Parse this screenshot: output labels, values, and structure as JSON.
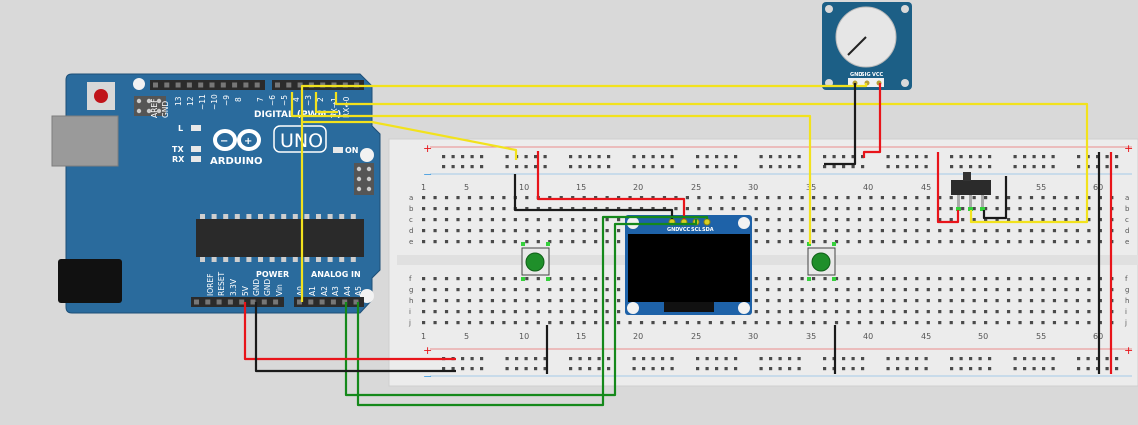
{
  "arduino": {
    "logo_text": "ARDUINO",
    "model_label": "UNO",
    "digital_label": "DIGITAL (PWM ~)",
    "on_label": "ON",
    "tx_label": "TX",
    "rx_label": "RX",
    "l_label": "L",
    "analog_label": "ANALOG IN",
    "power_label": "POWER",
    "digital_pins": [
      "AREF",
      "GND",
      "13",
      "12",
      "~11",
      "~10",
      "~9",
      "8",
      "7",
      "~6",
      "~5",
      "4",
      "~3",
      "2",
      "TX→1",
      "RX←0"
    ],
    "power_pins": [
      "IOREF",
      "RESET",
      "3.3V",
      "5V",
      "GND",
      "GND",
      "Vin"
    ],
    "analog_pins": [
      "A0",
      "A1",
      "A2",
      "A3",
      "A4",
      "A5"
    ]
  },
  "potentiometer": {
    "pin_labels": [
      "GND",
      "SIG",
      "VCC"
    ]
  },
  "oled": {
    "pin_labels": [
      "GND",
      "VCC",
      "SCL",
      "SDA"
    ]
  },
  "breadboard": {
    "column_numbers": [
      "1",
      "5",
      "10",
      "15",
      "20",
      "25",
      "30",
      "35",
      "40",
      "45",
      "50",
      "55",
      "60"
    ],
    "row_letters_top": [
      "a",
      "b",
      "c",
      "d",
      "e"
    ],
    "row_letters_bottom": [
      "f",
      "g",
      "h",
      "i",
      "j"
    ],
    "plus_label": "+",
    "minus_label": "−"
  },
  "colors": {
    "wire_yellow": "#f2e21d",
    "wire_red": "#e8141a",
    "wire_black": "#1a1a1a",
    "wire_green": "#15891b",
    "board_blue": "#2a6b9d",
    "breadboard": "#ececec"
  }
}
